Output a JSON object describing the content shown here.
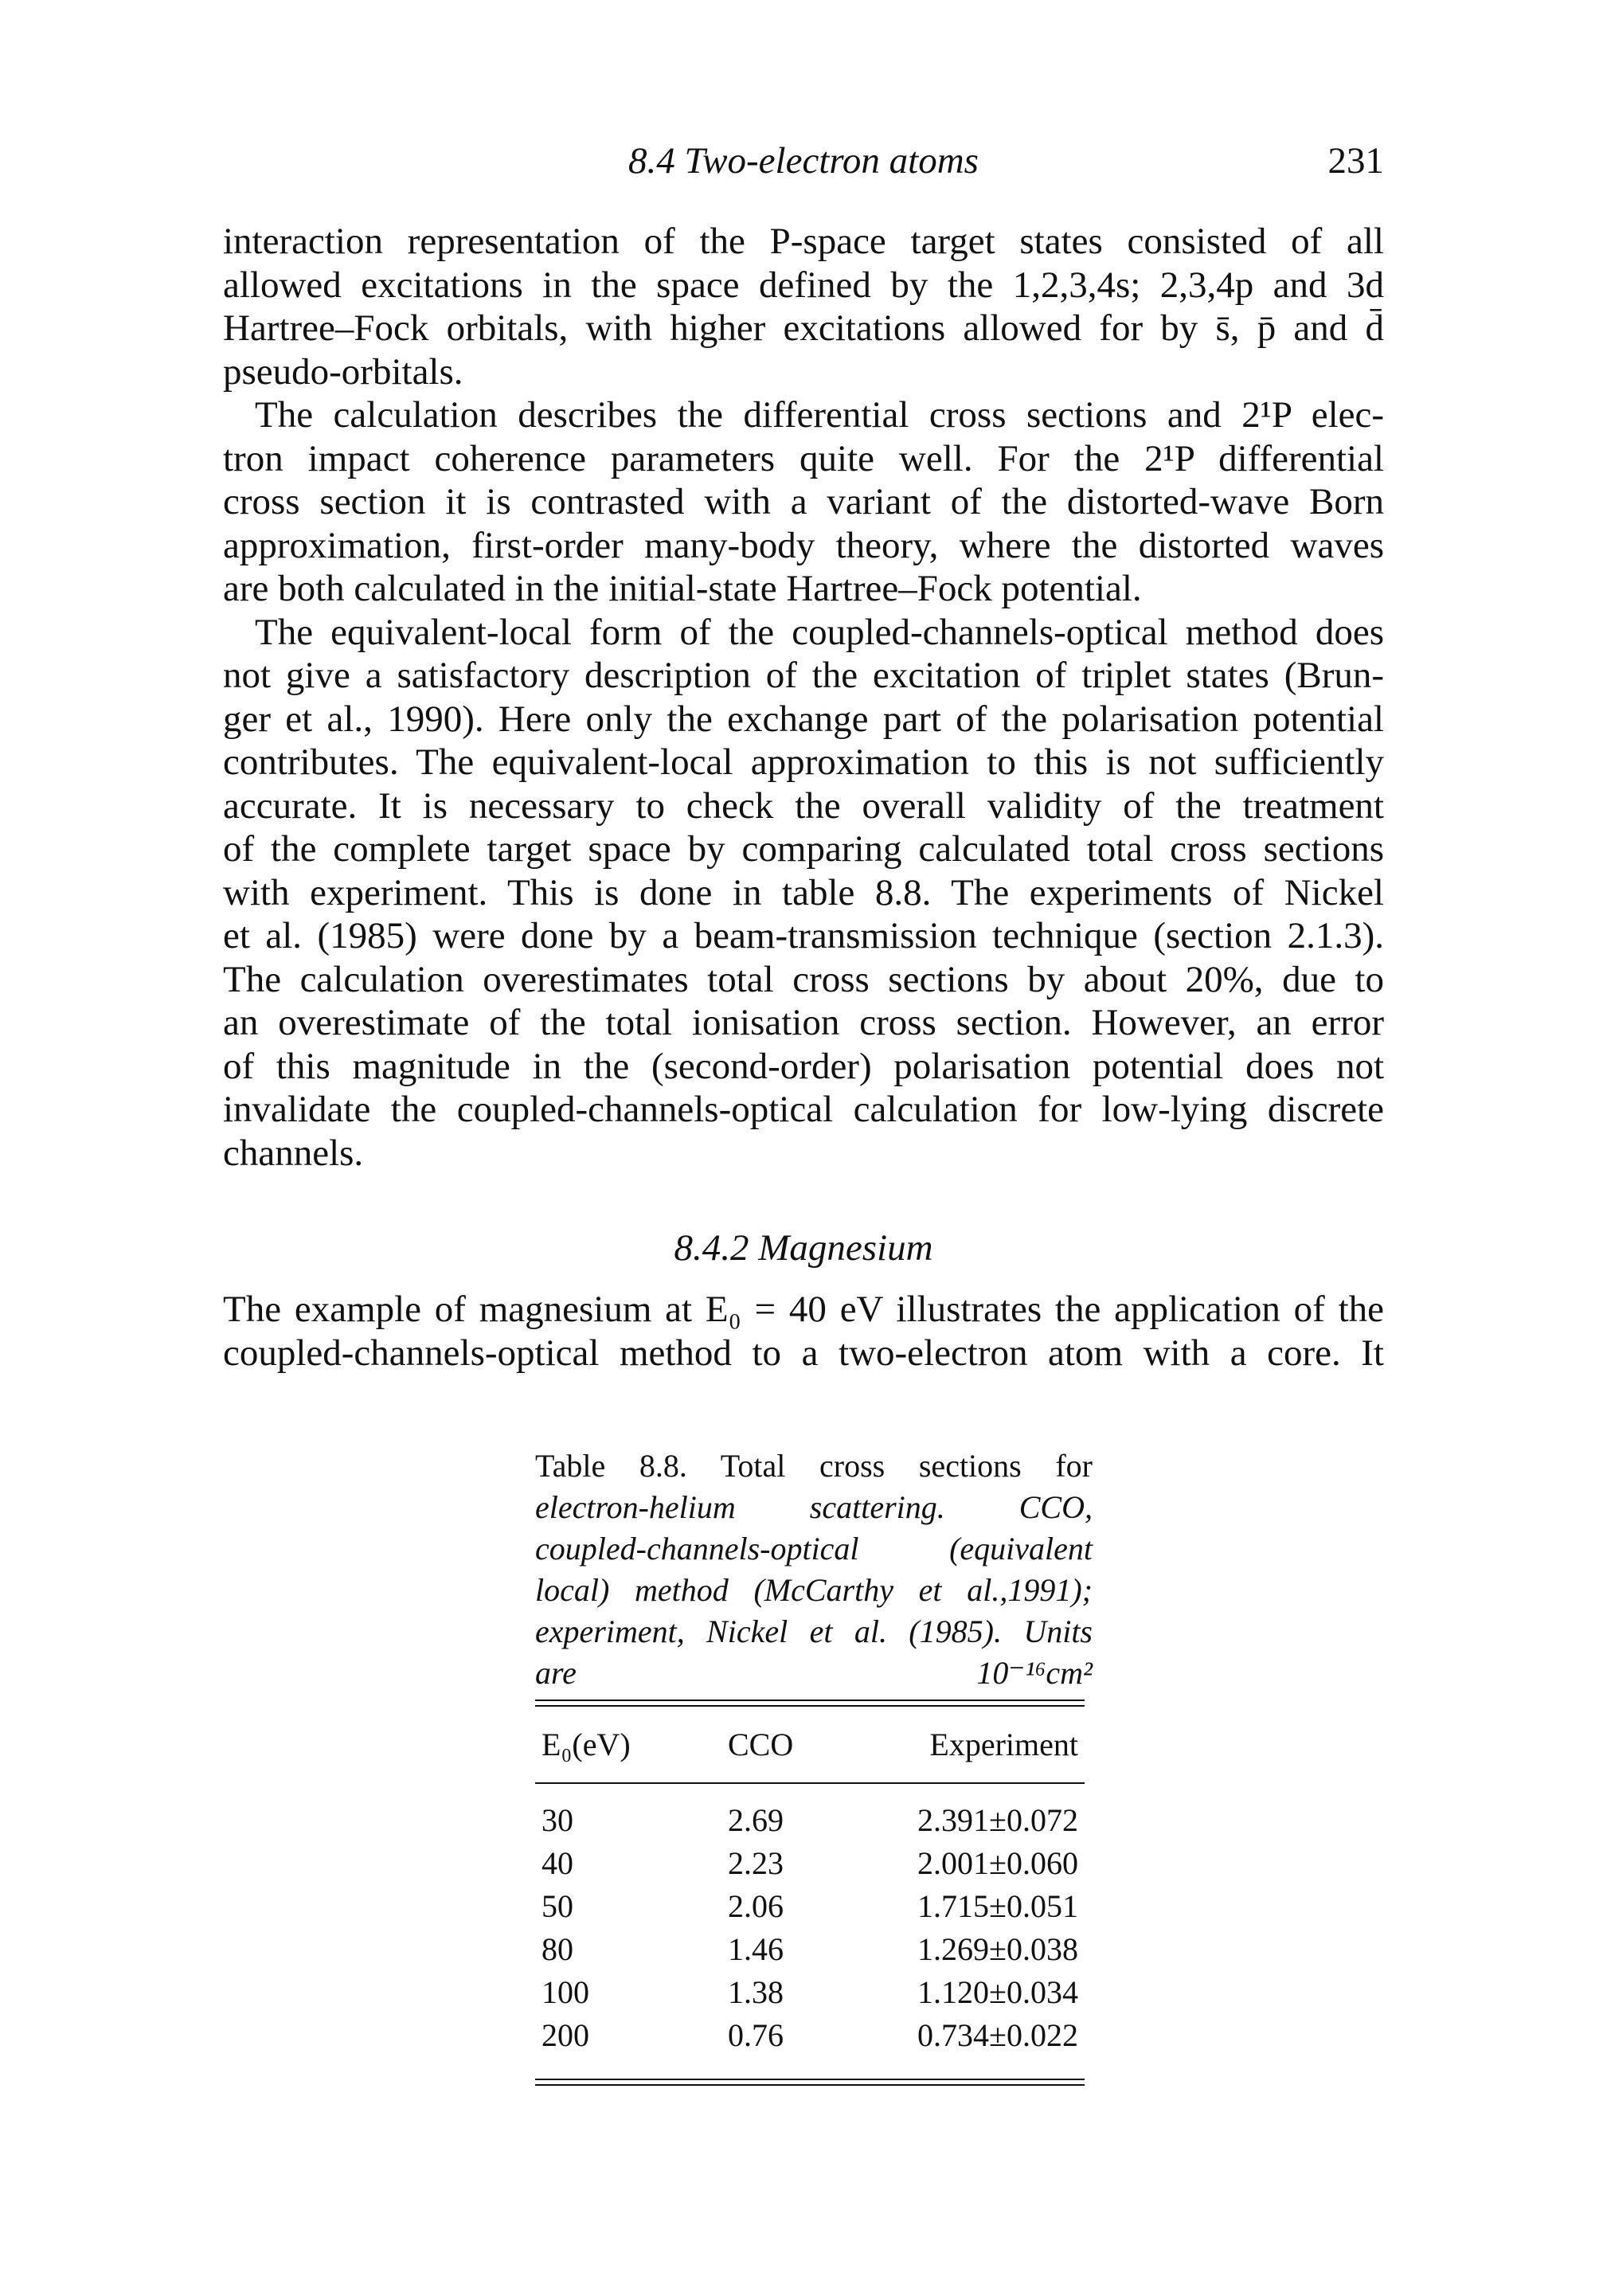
{
  "running_head": {
    "title": "8.4 Two-electron atoms",
    "page_number": "231"
  },
  "paragraphs": [
    {
      "lines": [
        "interaction representation of the P-space target states consisted of all",
        "allowed excitations in the space defined by the 1,2,3,4s; 2,3,4p and 3d",
        "Hartree–Fock orbitals, with higher excitations allowed for by s̄, p̄ and d̄",
        "pseudo-orbitals."
      ]
    },
    {
      "lines": [
        "The calculation describes the differential cross sections and 2¹P elec-",
        "tron impact coherence parameters quite well. For the 2¹P differential",
        "cross section it is contrasted with a variant of the distorted-wave Born",
        "approximation, first-order many-body theory, where the distorted waves",
        "are both calculated in the initial-state Hartree–Fock potential."
      ]
    },
    {
      "lines": [
        "The equivalent-local form of the coupled-channels-optical method does",
        "not give a satisfactory description of the excitation of triplet states (Brun-",
        "ger et al., 1990). Here only the exchange part of the polarisation potential",
        "contributes. The equivalent-local approximation to this is not sufficiently",
        "accurate. It is necessary to check the overall validity of the treatment",
        "of the complete target space by comparing calculated total cross sections",
        "with experiment. This is done in table 8.8. The experiments of Nickel",
        "et al. (1985) were done by a beam-transmission technique (section 2.1.3).",
        "The calculation overestimates total cross sections by about 20%, due to",
        "an overestimate of the total ionisation cross section. However, an error",
        "of this magnitude in the (second-order) polarisation potential does not",
        "invalidate the coupled-channels-optical calculation for low-lying discrete",
        "channels."
      ]
    }
  ],
  "section": {
    "heading": "8.4.2 Magnesium",
    "lines": [
      "The example of magnesium at E₀ = 40 eV illustrates the application of the",
      "coupled-channels-optical method to a two-electron atom with a core. It"
    ]
  },
  "table": {
    "caption_lines": [
      "Table 8.8. Total cross sections for",
      "electron-helium scattering. CCO,",
      "coupled-channels-optical (equivalent",
      "local) method (McCarthy et al.,1991);",
      "experiment, Nickel et al. (1985). Units",
      "are 10⁻¹⁶cm²"
    ],
    "headers": [
      "E₀(eV)",
      "CCO",
      "Experiment"
    ],
    "rows": [
      [
        "30",
        "2.69",
        "2.391±0.072"
      ],
      [
        "40",
        "2.23",
        "2.001±0.060"
      ],
      [
        "50",
        "2.06",
        "1.715±0.051"
      ],
      [
        "80",
        "1.46",
        "1.269±0.038"
      ],
      [
        "100",
        "1.38",
        "1.120±0.034"
      ],
      [
        "200",
        "0.76",
        "0.734±0.022"
      ]
    ]
  }
}
